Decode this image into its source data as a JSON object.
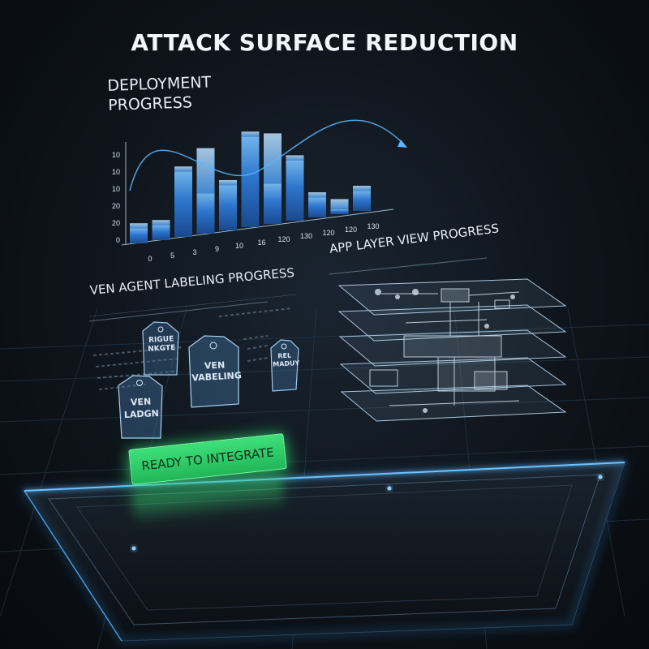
{
  "page": {
    "title": "ATTACK SURFACE REDUCTION"
  },
  "deployment_chart": {
    "title_line1": "DEPLOYMENT",
    "title_line2": "PROGRESS"
  },
  "chart_data": {
    "type": "bar",
    "title": "DEPLOYMENT PROGRESS",
    "categories": [
      "0",
      "5",
      "3",
      "9",
      "10",
      "16",
      "120",
      "130",
      "120",
      "120",
      "130"
    ],
    "y_tick_labels": [
      "0",
      "20",
      "20",
      "10",
      "10",
      "10"
    ],
    "series": [
      {
        "values": [
          3,
          3,
          13,
          8,
          9,
          18,
          8,
          12,
          4,
          1,
          4
        ]
      },
      {
        "values": [
          1,
          1,
          1,
          9,
          1,
          1,
          10,
          1,
          1,
          2,
          1
        ]
      }
    ],
    "grid": false,
    "legend": "none"
  },
  "ven_section": {
    "label": "VEN AGENT LABELING PROGRESS"
  },
  "tags": [
    {
      "text": "RIGUE\nNKGTE"
    },
    {
      "text": "VEN\nVABELING"
    },
    {
      "text": "REL\nMADUY"
    },
    {
      "text": "VEN\nLADGN"
    }
  ],
  "app_section": {
    "label": "APP LAYER VIEW PROGRESS"
  },
  "cta": {
    "label": "READY TO INTEGRATE"
  },
  "colors": {
    "accent_blue": "#3aa0ff",
    "bar_blue": "#2f7fe0",
    "ready_green": "#2fd46a",
    "background": "#0e141b"
  }
}
